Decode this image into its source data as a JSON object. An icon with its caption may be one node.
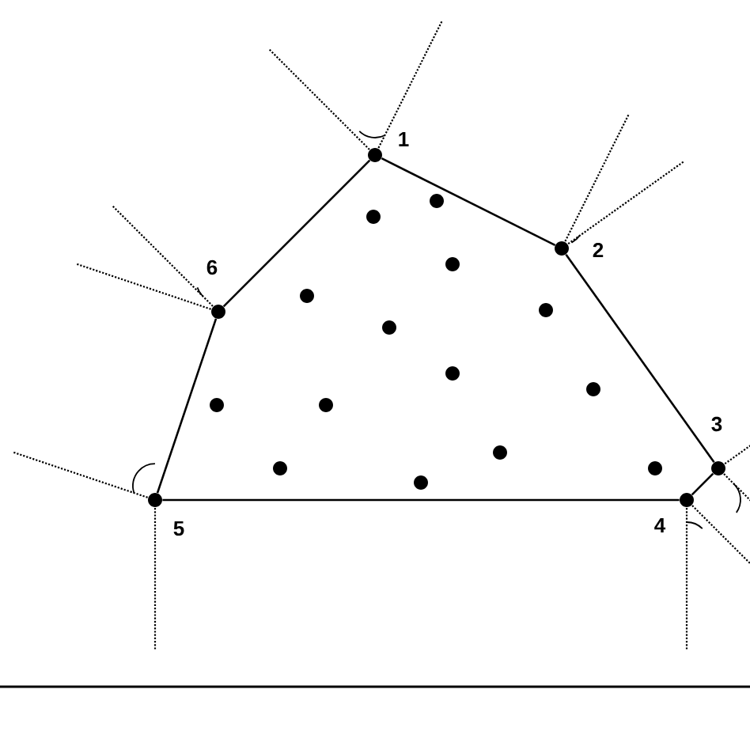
{
  "diagram": {
    "nodes": [
      {
        "text": [],
        "shape": "circle",
        "beside": [
          "1"
        ]
      },
      {
        "text": [],
        "shape": "circle",
        "beside": [
          "2"
        ]
      },
      {
        "text": [],
        "shape": "circle",
        "beside": [
          "3"
        ]
      },
      {
        "text": [],
        "shape": "circle",
        "beside": [
          "4"
        ]
      },
      {
        "text": [],
        "shape": "circle",
        "beside": [
          "5"
        ]
      },
      {
        "text": [],
        "shape": "circle",
        "beside": [
          "6"
        ]
      },
      {
        "text": [],
        "shape": "circle"
      },
      {
        "text": [],
        "shape": "circle"
      },
      {
        "text": [],
        "shape": "circle"
      },
      {
        "text": [],
        "shape": "circle"
      },
      {
        "text": [],
        "shape": "circle"
      },
      {
        "text": [],
        "shape": "circle"
      },
      {
        "text": [],
        "shape": "circle"
      },
      {
        "text": [],
        "shape": "circle"
      },
      {
        "text": [],
        "shape": "circle"
      },
      {
        "text": [],
        "shape": "circle"
      },
      {
        "text": [],
        "shape": "circle"
      },
      {
        "text": [],
        "shape": "circle"
      },
      {
        "text": [],
        "shape": "circle"
      },
      {
        "text": [],
        "shape": "circle"
      }
    ],
    "edges": [
      {
        "from": 0,
        "to": 1,
        "arrow": "none"
      },
      {
        "from": 1,
        "to": 2,
        "arrow": "none"
      },
      {
        "from": 2,
        "to": 3,
        "arrow": "none"
      },
      {
        "from": 3,
        "to": 4,
        "arrow": "none"
      },
      {
        "from": 4,
        "to": 5,
        "arrow": "none"
      },
      {
        "from": 5,
        "to": 0,
        "arrow": "none"
      }
    ]
  }
}
